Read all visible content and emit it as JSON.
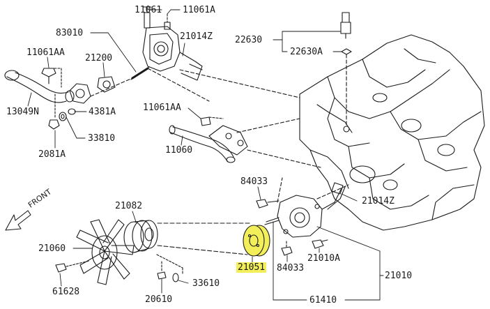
{
  "colors": {
    "line": "#1a1a1a",
    "highlight": "#f3ef5a",
    "background": "#ffffff"
  },
  "labels": {
    "p11061": "11061",
    "p11061A": "11061A",
    "p83010": "83010",
    "p21014Z_top": "21014Z",
    "p22630": "22630",
    "p22630A": "22630A",
    "p11061AA_top": "11061AA",
    "p21200": "21200",
    "p13049N": "13049N",
    "p4381A": "4381A",
    "p33810": "33810",
    "p2081A": "2081A",
    "p11061AA_mid": "11061AA",
    "p11060": "11060",
    "p84033_top": "84033",
    "p21014Z_mid": "21014Z",
    "p21082": "21082",
    "p21060": "21060",
    "p61628": "61628",
    "p33610": "33610",
    "p20610": "20610",
    "p21051": "21051",
    "p84033_bot": "84033",
    "p21010A": "21010A",
    "p21010": "21010",
    "p61410": "61410",
    "front": "FRONT"
  }
}
